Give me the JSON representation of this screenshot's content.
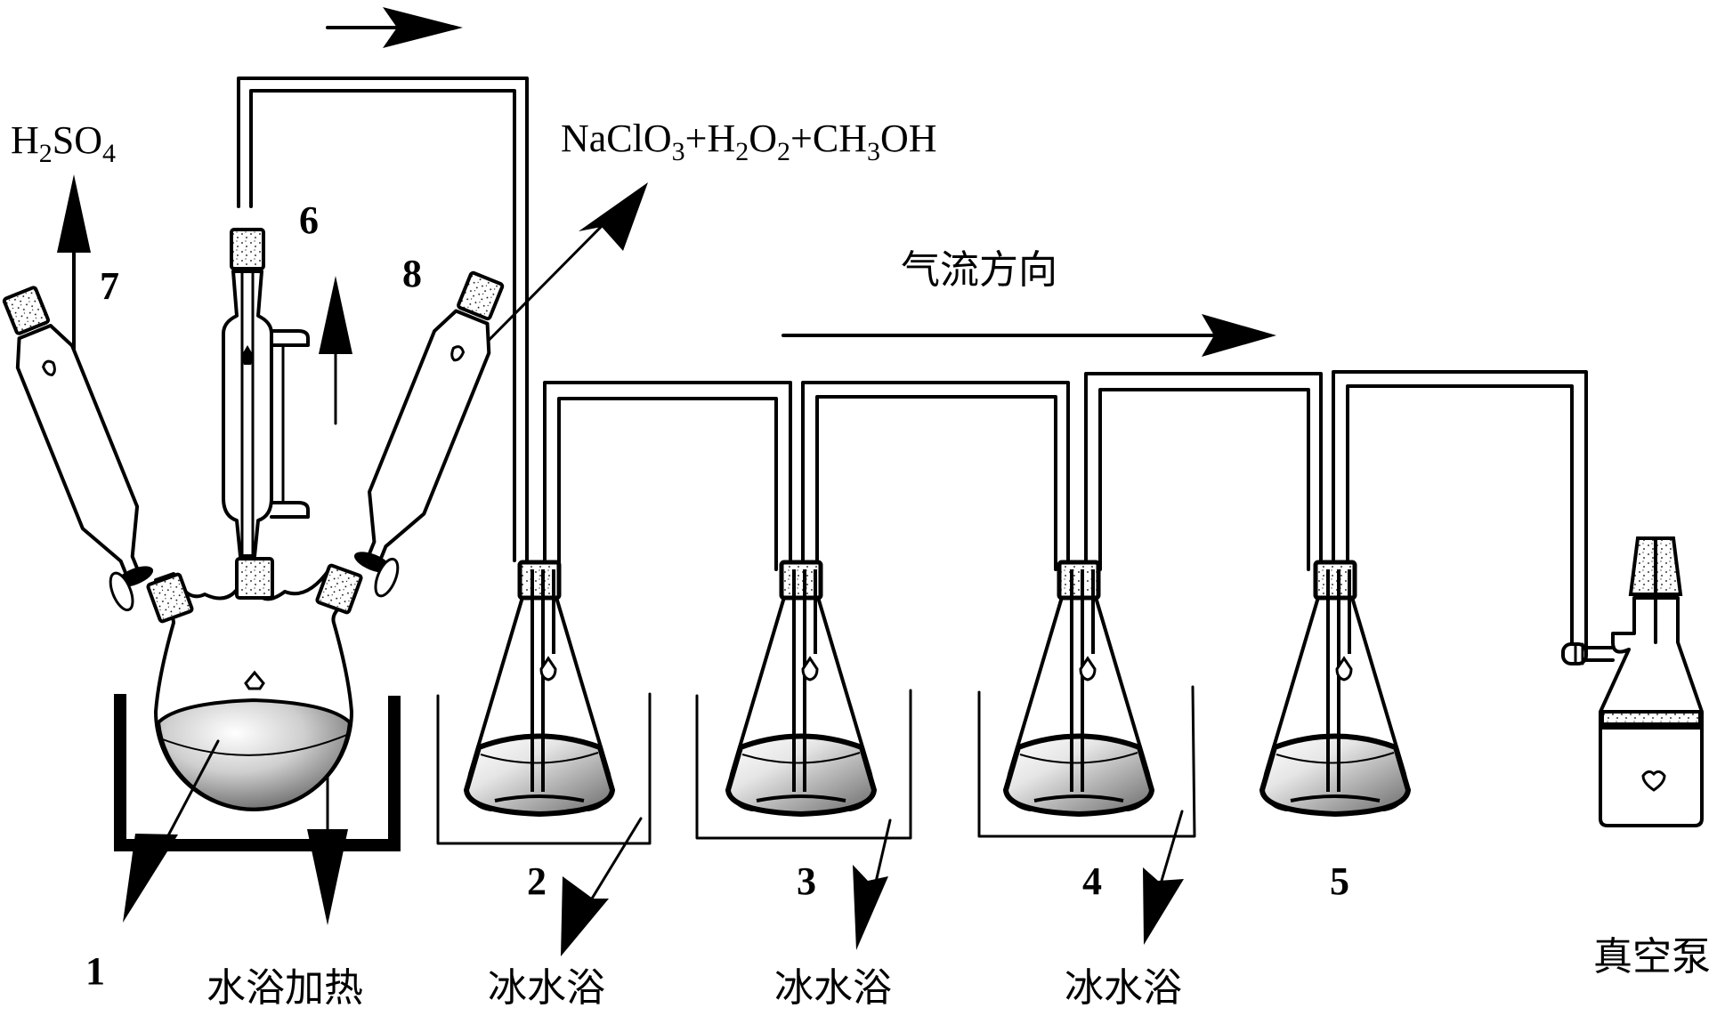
{
  "figure": {
    "type": "apparatus-diagram",
    "subject": "ClO2 generation and absorption apparatus"
  },
  "reagents": {
    "acid": {
      "main": "H",
      "sub1": "2",
      "mid": "SO",
      "sub2": "4",
      "full": "H2SO4"
    },
    "feed": {
      "parts": [
        {
          "t": "NaClO",
          "s": "3"
        },
        {
          "t": "+H",
          "s": "2"
        },
        {
          "t": "O",
          "s": "2"
        },
        {
          "t": "+CH",
          "s": "3"
        },
        {
          "t": "OH",
          "s": ""
        }
      ],
      "full": "NaClO3+H2O2+CH3OH"
    }
  },
  "labels": {
    "flow_direction": "气流方向",
    "water_bath_heating": "水浴加热",
    "ice_bath": "冰水浴",
    "vacuum_pump": "真空泵"
  },
  "components": [
    {
      "id": "1",
      "name": "three-neck round-bottom flask"
    },
    {
      "id": "2",
      "name": "absorption flask 1"
    },
    {
      "id": "3",
      "name": "absorption flask 2"
    },
    {
      "id": "4",
      "name": "absorption flask 3"
    },
    {
      "id": "5",
      "name": "absorption flask 4"
    },
    {
      "id": "6",
      "name": "condenser"
    },
    {
      "id": "7",
      "name": "dropping funnel (acid)"
    },
    {
      "id": "8",
      "name": "dropping funnel (feed)"
    }
  ],
  "ice_bath_labels": [
    "冰水浴",
    "冰水浴",
    "冰水浴"
  ],
  "colors": {
    "ink": "#000000",
    "background": "#ffffff",
    "liquid_light": "#f4f4f4",
    "liquid_dark": "#6e6e6e"
  }
}
